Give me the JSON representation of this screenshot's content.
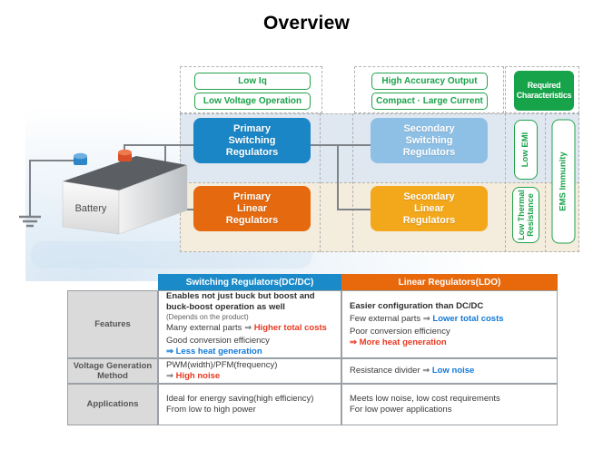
{
  "title": "Overview",
  "diagram": {
    "battery_label": "Battery",
    "required_characteristics": {
      "line1": "Required",
      "line2": "Characteristics"
    },
    "primary_traits": [
      "Low Iq",
      "Low Voltage Operation"
    ],
    "secondary_traits": [
      "High Accuracy Output",
      "Compact · Large Current"
    ],
    "regulators": {
      "primary_switching": [
        "Primary",
        "Switching",
        "Regulators"
      ],
      "secondary_switching": [
        "Secondary",
        "Switching",
        "Regulators"
      ],
      "primary_linear": [
        "Primary",
        "Linear",
        "Regulators"
      ],
      "secondary_linear": [
        "Secondary",
        "Linear",
        "Regulators"
      ]
    },
    "side_traits": {
      "low_emi": "Low EMI",
      "low_thermal": {
        "line1": "Low Thermal",
        "line2": "Resistance"
      },
      "ems_immunity": "EMS Immunity"
    }
  },
  "table": {
    "headers": {
      "switching": "Switching Regulators(DC/DC)",
      "linear": "Linear Regulators(LDO)"
    },
    "rows": {
      "features": {
        "label": "Features",
        "switching": {
          "line1": "Enables not just buck but boost and buck-boost operation as well",
          "note": "(Depends on the product)",
          "line2_text": "Many external parts ",
          "line2_arrow": "⇒ ",
          "line2_highlight": "Higher total costs",
          "line3": "Good conversion efficiency",
          "line4_highlight": "⇒ Less heat generation"
        },
        "linear": {
          "line1": "Easier configuration than DC/DC",
          "line2_text": "Few external parts ",
          "line2_arrow": "⇒ ",
          "line2_highlight": "Lower total costs",
          "line3": "Poor conversion efficiency",
          "line4_highlight": "⇒ More heat generation"
        }
      },
      "voltage_method": {
        "label": "Voltage Generation Method",
        "switching": {
          "line1": "PWM(width)/PFM(frequency)",
          "line2_arrow": "⇒ ",
          "line2_highlight": "High noise"
        },
        "linear": {
          "line1_text": "Resistance divider ",
          "line1_arrow": "⇒ ",
          "line1_highlight": "Low noise"
        }
      },
      "applications": {
        "label": "Applications",
        "switching": {
          "line1": "Ideal for energy saving(high efficiency)",
          "line2": "From low to high power"
        },
        "linear": {
          "line1": "Meets low noise, low cost requirements",
          "line2": "For low power applications"
        }
      }
    }
  },
  "colors": {
    "switching_primary": "#1b86c6",
    "switching_secondary": "#8ec0e6",
    "linear_primary": "#e5690e",
    "linear_secondary": "#f3a81b",
    "green_accent": "#1ba34a",
    "header_blue": "#1a8ac9",
    "header_orange": "#e8680c",
    "highlight_red": "#e8381f",
    "highlight_blue": "#1179d8",
    "switching_band_bg": "#dfe7f0",
    "linear_band_bg": "#f4ecdc"
  }
}
